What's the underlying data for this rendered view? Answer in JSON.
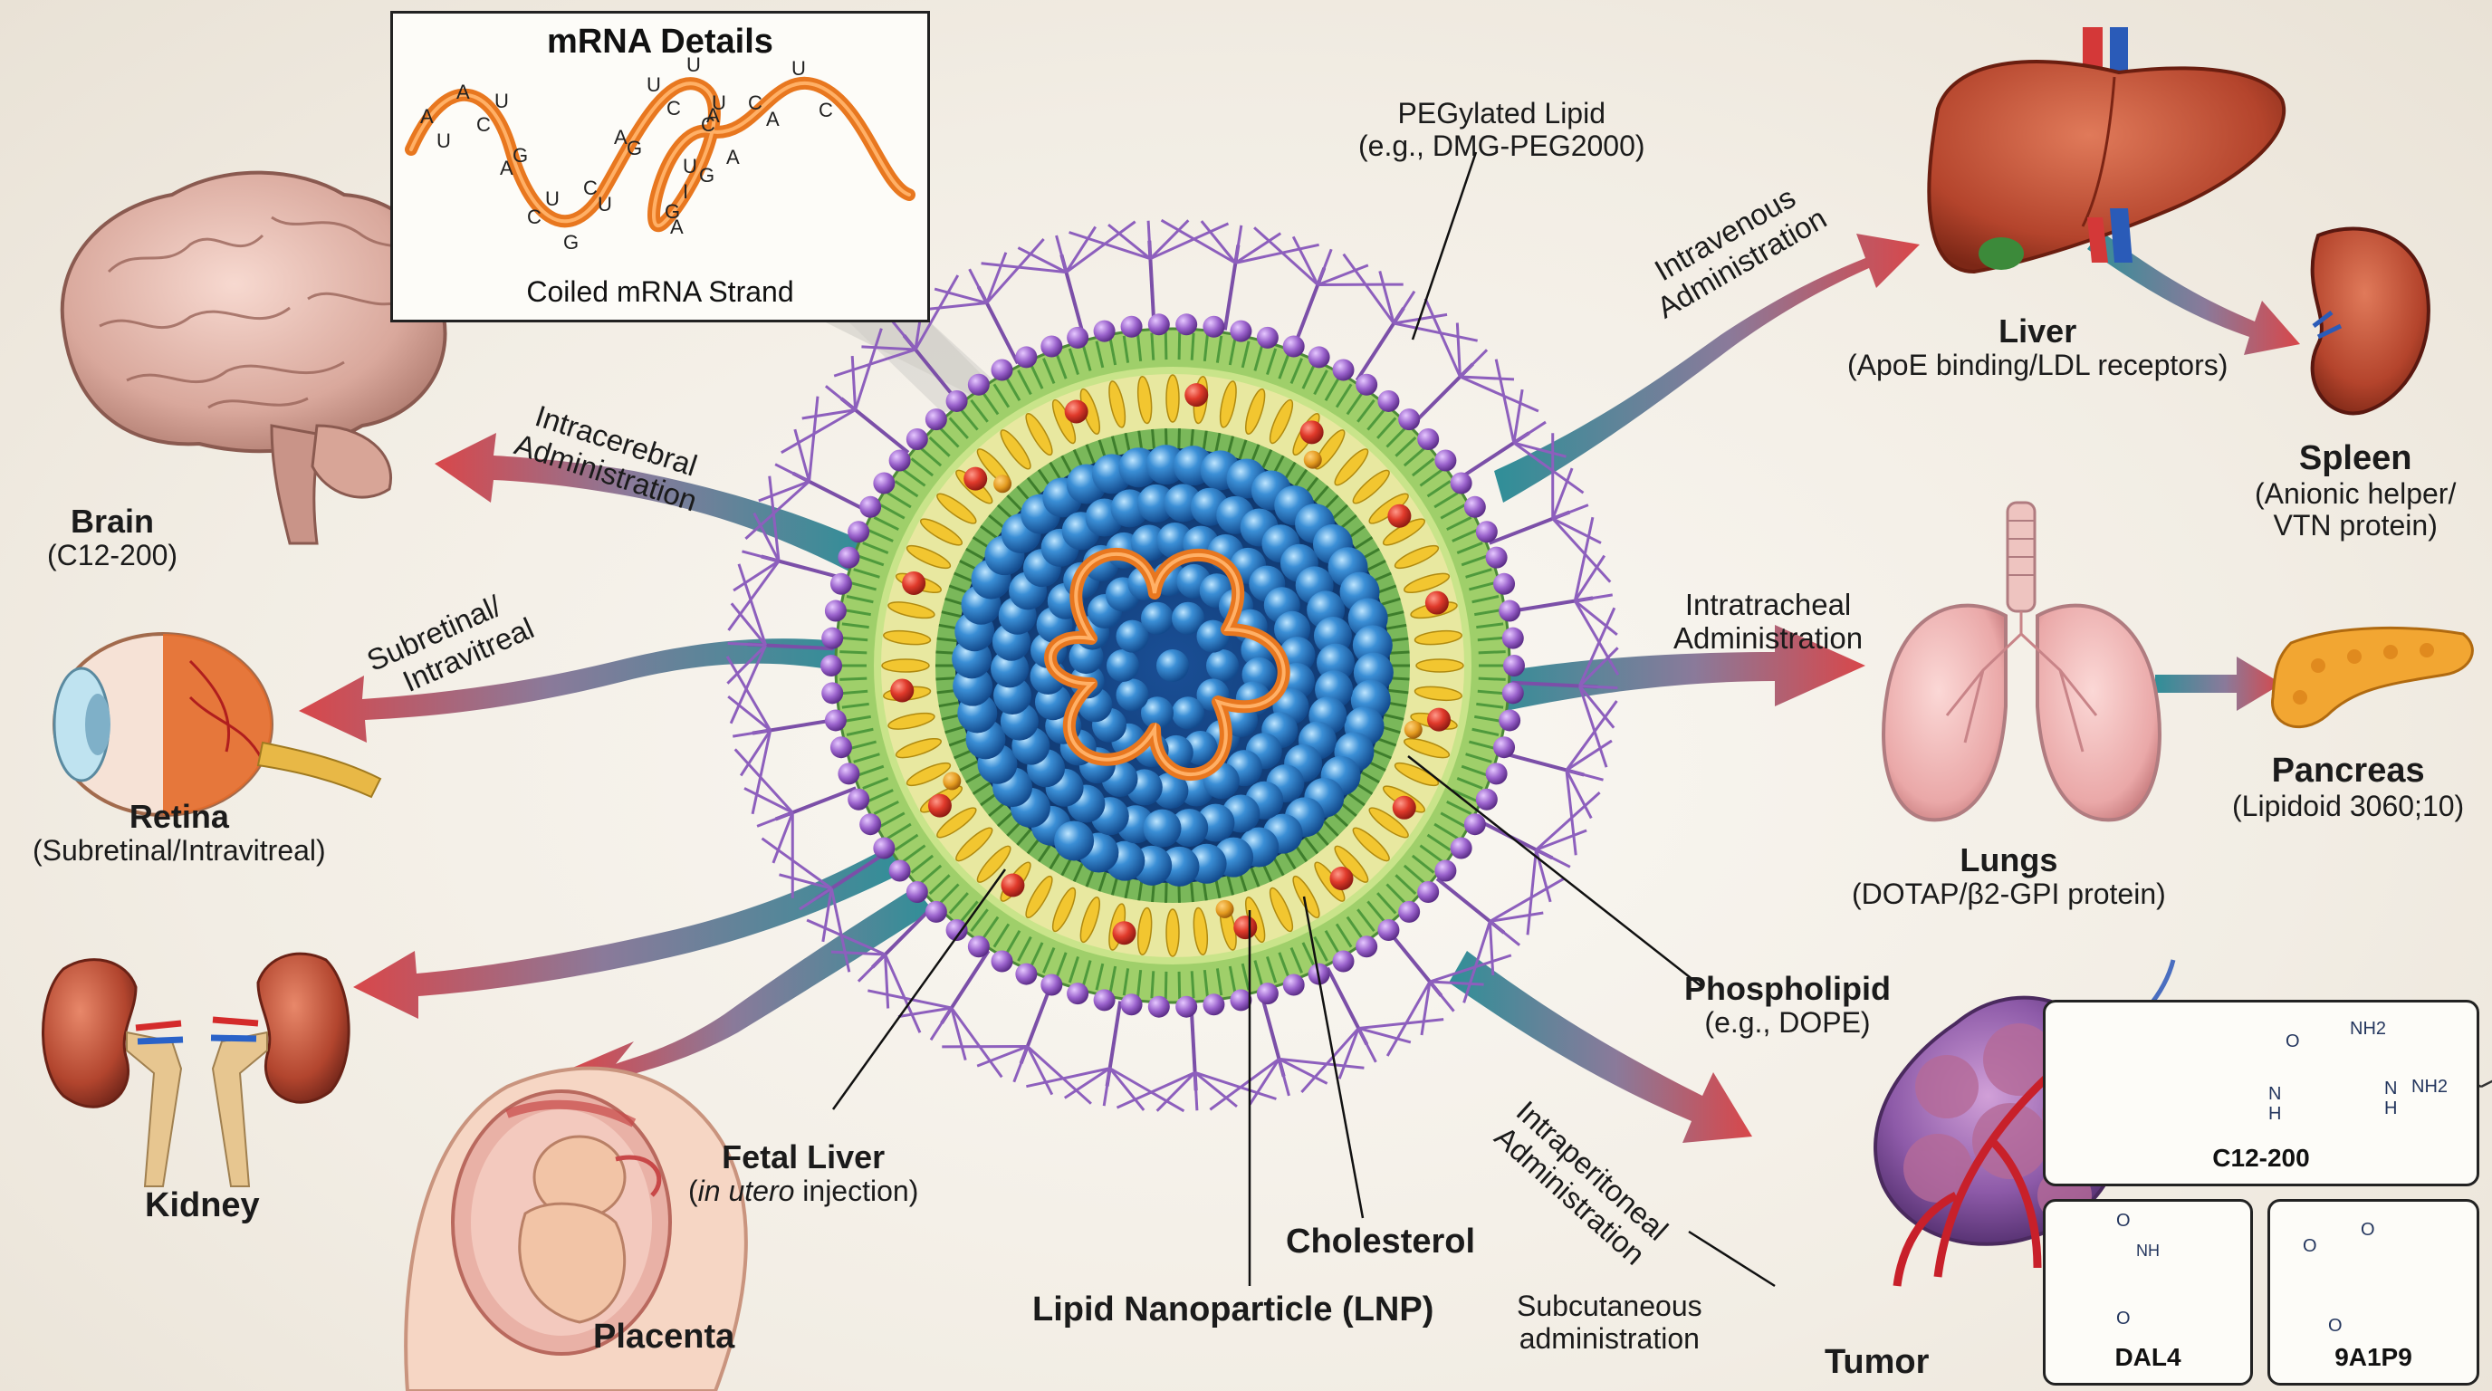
{
  "inset": {
    "title": "mRNA Details",
    "subtitle": "Coiled mRNA Strand"
  },
  "components": {
    "peg": [
      "PEGylated Lipid",
      "(e.g., DMG-PEG2000)"
    ],
    "phospholipid": {
      "title": "Phospholipid",
      "sub": "(e.g., DOPE)"
    },
    "cholesterol": "Cholesterol",
    "lnp": "Lipid Nanoparticle (LNP)",
    "fetal_liver": {
      "title": "Fetal Liver",
      "sub_em": "in utero",
      "sub_rest": " injection)",
      "sub_open": "("
    }
  },
  "routes": {
    "intravenous": [
      "Intravenous",
      "Administration"
    ],
    "intracerebral": [
      "Intracerebral",
      "Administration"
    ],
    "subretinal": [
      "Subretinal/",
      "Intravitreal"
    ],
    "intratracheal": [
      "Intratracheal",
      "Administration"
    ],
    "intraperitoneal": [
      "Intraperitoneal",
      "Administration"
    ],
    "subcutaneous": [
      "Subcutaneous",
      "administration"
    ]
  },
  "organs": {
    "liver": {
      "title": "Liver",
      "sub": "(ApoE binding/LDL receptors)"
    },
    "spleen": {
      "title": "Spleen",
      "sub1": "(Anionic helper/",
      "sub2": "VTN protein)"
    },
    "lungs": {
      "title": "Lungs",
      "sub": "(DOTAP/β2-GPI protein)"
    },
    "pancreas": {
      "title": "Pancreas",
      "sub": "(Lipidoid 3060;10)"
    },
    "brain": {
      "title": "Brain",
      "sub": "(C12-200)"
    },
    "retina": {
      "title": "Retina",
      "sub": "(Subretinal/Intravitreal)"
    },
    "kidney": {
      "title": "Kidney"
    },
    "placenta": {
      "title": "Placenta"
    },
    "tumor": {
      "title": "Tumor"
    }
  },
  "structures": {
    "c12": {
      "name": "C12-200",
      "nh2a": "NH2",
      "nh2b": "NH2",
      "n1": "N",
      "n2": "N",
      "h1": "H",
      "h2": "H",
      "o": "O"
    },
    "dal4": {
      "name": "DAL4",
      "o1": "O",
      "o2": "O",
      "nh": "NH"
    },
    "a1p9": {
      "name": "9A1P9",
      "o1": "O",
      "o2": "O",
      "o3": "O"
    }
  },
  "rna_bases": [
    "A",
    "U",
    "A",
    "C",
    "U",
    "A",
    "G",
    "C",
    "U",
    "G",
    "C",
    "U",
    "A",
    "G",
    "U",
    "C",
    "U",
    "A",
    "U",
    "G",
    "U",
    "A",
    "G",
    "I",
    "C",
    "A",
    "C",
    "A",
    "U",
    "C"
  ],
  "colors": {
    "arrow_teal": "#2f8f98",
    "arrow_red": "#d8474a",
    "peg_purple": "#7b4fa8",
    "aqueous_blue": "#1f6bb8",
    "mrna_orange": "#e8771f",
    "lipid_yellow": "#f2c630",
    "shell_green": "#62a94a"
  }
}
